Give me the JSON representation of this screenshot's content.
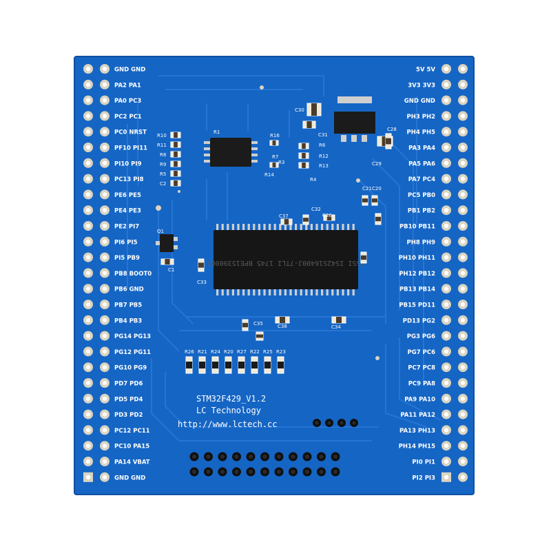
{
  "board": {
    "title": "STM32F429_V1.2",
    "company": "LC Technology",
    "url": "http://www.lctech.cc",
    "chip_marking": "ISSI IS42S16400J-7TLI 1745 BPE15390001",
    "colors": {
      "board": "#1565c4",
      "board_edge": "#0f4fa0",
      "trace": "#2a78d8",
      "pad": "#d9d4c2",
      "silk": "#ffffff"
    }
  },
  "left_header": {
    "labels": [
      "GND GND",
      "PA2 PA1",
      "PA0 PC3",
      "PC2 PC1",
      "PC0 NRST",
      "PF10 PI11",
      "PI10 PI9",
      "PC13 PI8",
      "PE6 PE5",
      "PE4 PE3",
      "PE2 PI7",
      "PI6 PI5",
      "PI5 PB9",
      "PB8 BOOT0",
      "PB6 GND",
      "PB7 PB5",
      "PB4 PB3",
      "PG14 PG13",
      "PG12 PG11",
      "PG10 PG9",
      "PD7 PD6",
      "PD5 PD4",
      "PD3 PD2",
      "PC12 PC11",
      "PC10 PA15",
      "PA14 VBAT",
      "GND GND"
    ]
  },
  "right_header": {
    "labels": [
      "5V 5V",
      "3V3 3V3",
      "GND GND",
      "PH3 PH2",
      "PH4 PH5",
      "PA3 PA4",
      "PA5 PA6",
      "PA7 PC4",
      "PC5 PB0",
      "PB1 PB2",
      "PB10 PB11",
      "PH8 PH9",
      "PH10 PH11",
      "PH12 PB12",
      "PB13 PB14",
      "PB15 PD11",
      "PD13 PG2",
      "PG3 PG6",
      "PG7 PC6",
      "PC7 PC8",
      "PC9 PA8",
      "PA9 PA10",
      "PA11 PA12",
      "PA13 PH13",
      "PH14 PH15",
      "PI0 PI1",
      "PI2 PI3"
    ]
  },
  "refs": {
    "resistors_top_left": [
      "R10",
      "R11",
      "R8",
      "R9",
      "R5",
      "C2"
    ],
    "u1": "R1",
    "top_mid": [
      "R16",
      "R7",
      "R6",
      "R12",
      "R13",
      "R14",
      "R4",
      "R3"
    ],
    "caps_top": [
      "C30",
      "C31",
      "C28",
      "C29"
    ],
    "caps_mid": [
      "C37",
      "C32",
      "C36",
      "C21",
      "C20",
      "C1"
    ],
    "q1": [
      "Q1",
      "C1"
    ],
    "c33": "C33",
    "bottom_caps": [
      "C38",
      "C34",
      "C35"
    ],
    "resistor_row": [
      "R26",
      "R21",
      "R24",
      "R20",
      "R27",
      "R22",
      "R25",
      "R23"
    ]
  }
}
